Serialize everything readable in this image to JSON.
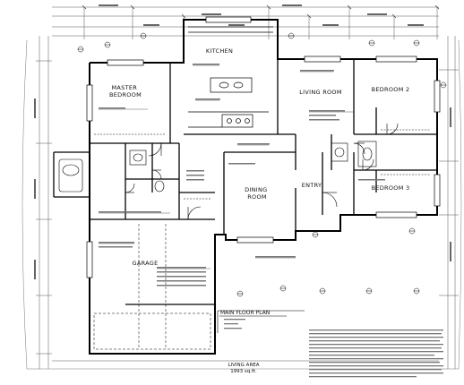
{
  "rooms": {
    "kitchen": "KITCHEN",
    "master_bedroom": "MASTER\nBEDROOM",
    "living_room": "LIVING ROOM",
    "bedroom2": "BEDROOM 2",
    "bedroom3": "BEDROOM 3",
    "dining_room": "DINING\nROOM",
    "entry": "ENTRY",
    "garage": "GARAGE"
  },
  "title_block": {
    "title": "MAIN FLOOR PLAN"
  },
  "footer": {
    "living_area_label": "LIVING AREA",
    "living_area_value": "1993 sq.ft."
  }
}
